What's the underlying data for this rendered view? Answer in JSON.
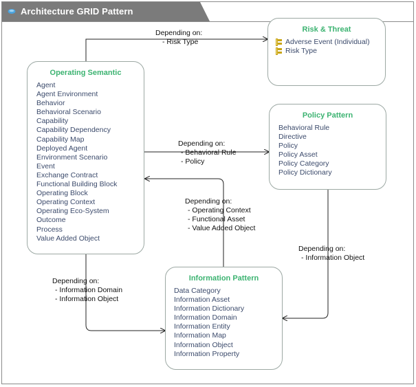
{
  "title": "Architecture GRID Pattern",
  "nodes": {
    "risk_threat": {
      "title": "Risk & Threat",
      "items": [
        "Adverse Event (Individual)",
        "Risk Type"
      ],
      "item_icon": "entity-icon"
    },
    "operating_semantic": {
      "title": "Operating Semantic",
      "items": [
        "Agent",
        "Agent Environment",
        "Behavior",
        "Behavioral Scenario",
        "Capability",
        "Capability Dependency",
        "Capability Map",
        "Deployed Agent",
        "Environment Scenario",
        "Event",
        "Exchange Contract",
        "Functional Building Block",
        "Operating Block",
        "Operating Context",
        "Operating Eco-System",
        "Outcome",
        "Process",
        "Value Added Object"
      ]
    },
    "policy_pattern": {
      "title": "Policy Pattern",
      "items": [
        "Behavioral Rule",
        "Directive",
        "Policy",
        "Policy Asset",
        "Policy Category",
        "Policy Dictionary"
      ]
    },
    "information_pattern": {
      "title": "Information Pattern",
      "items": [
        "Data Category",
        "Information Asset",
        "Information Dictionary",
        "Information Domain",
        "Information Entity",
        "Information Map",
        "Information Object",
        "Information Property"
      ]
    }
  },
  "edges": {
    "to_risk": [
      "Depending on:",
      "- Risk Type"
    ],
    "to_policy": [
      "Depending on:",
      "- Behavioral Rule",
      "- Policy"
    ],
    "info_to_operating": [
      "Depending on:",
      "- Operating Context",
      "- Functional Asset",
      "- Value Added Object"
    ],
    "policy_to_info": [
      "Depending on:",
      "- Information Object"
    ],
    "operating_to_info": [
      "Depending on:",
      "- Information Domain",
      "- Information Object"
    ]
  },
  "colors": {
    "node_title": "#3cb371",
    "node_item": "#3b4a6b",
    "node_border": "#9ca8a3",
    "titlebar_bg": "#7b7b7b",
    "titlebar_text": "#ffffff",
    "edge": "#222222",
    "entity_icon": "#c8a414"
  }
}
